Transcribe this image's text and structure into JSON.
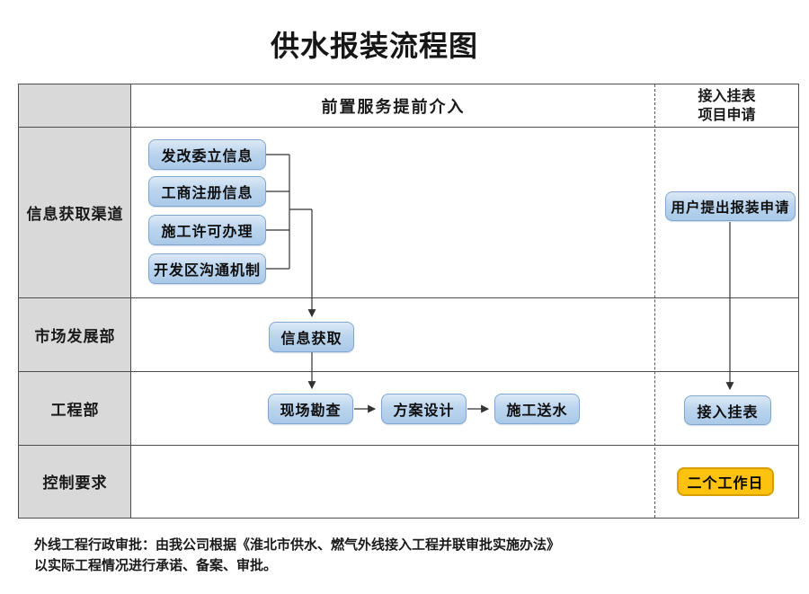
{
  "title": "供水报装流程图",
  "diagram": {
    "header": {
      "main_phase": "前置服务提前介入",
      "right_phase_line1": "接入挂表",
      "right_phase_line2": "项目申请"
    },
    "row_labels": [
      {
        "label": "信息获取渠道"
      },
      {
        "label": "市场发展部"
      },
      {
        "label": "工程部"
      },
      {
        "label": "控制要求"
      }
    ],
    "channel_boxes": [
      {
        "label": "发改委立信息"
      },
      {
        "label": "工商注册信息"
      },
      {
        "label": "施工许可办理"
      },
      {
        "label": "开发区沟通机制"
      }
    ],
    "flow_boxes": {
      "info_acquire": "信息获取",
      "site_survey": "现场勘查",
      "plan_design": "方案设计",
      "construction_water": "施工送水",
      "user_apply": "用户提出报装申请",
      "meter_install": "接入挂表",
      "control_requirement": "二个工作日"
    },
    "footnote": {
      "line1": "外线工程行政审批：由我公司根据《淮北市供水、燃气外线接入工程并联审批实施办法》",
      "line2": "以实际工程情况进行承诺、备案、审批。"
    },
    "colors": {
      "process_box_fill": "#b9d3ec",
      "process_box_border": "#7fa7d1",
      "highlight_box_fill": "#fcc20d",
      "highlight_box_border": "#d69e00",
      "label_cell_bg": "#d9d9d9",
      "grid_line": "#4d4d4d"
    }
  }
}
